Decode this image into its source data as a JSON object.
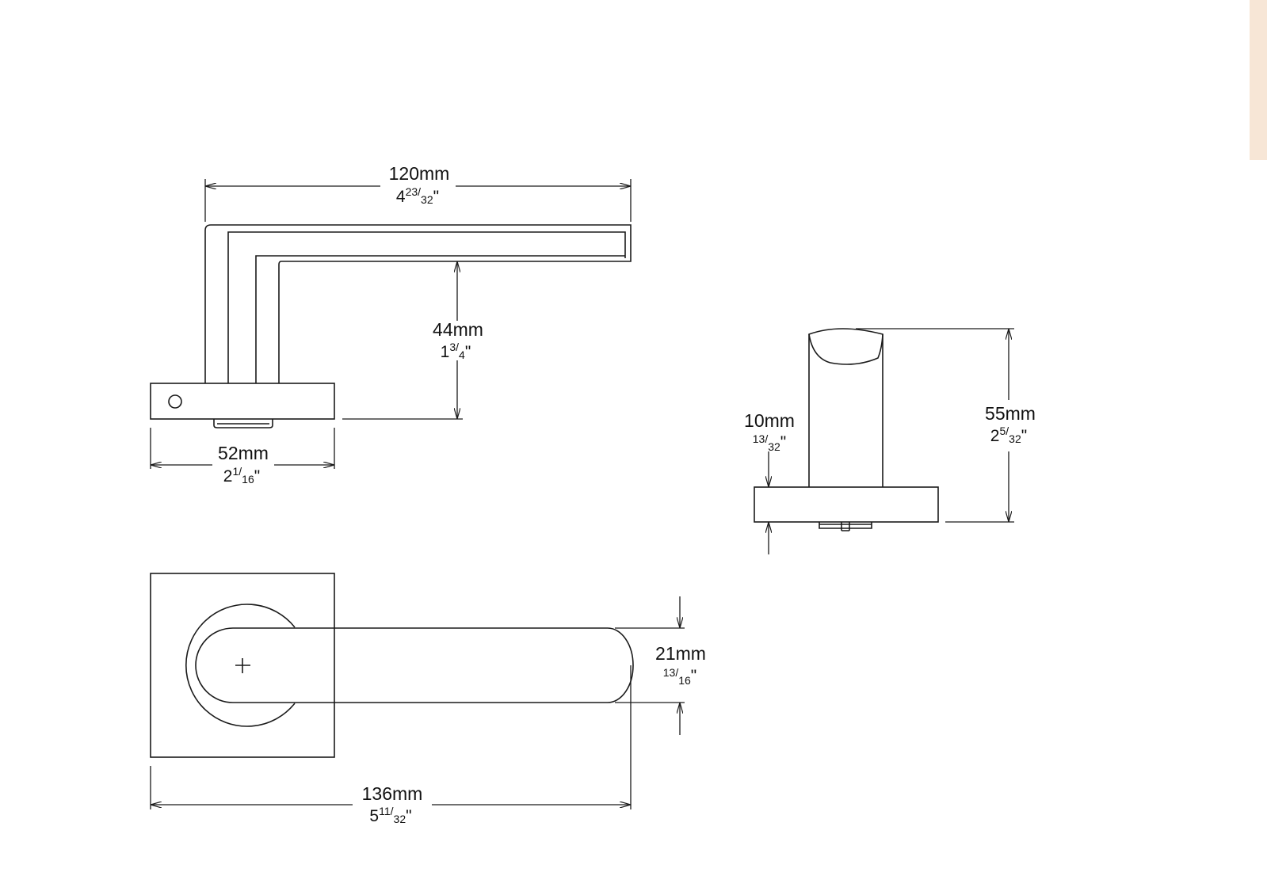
{
  "accent_tab_color": "#f7e6d6",
  "dims": {
    "length_top": {
      "mm": "120mm",
      "whole": "4",
      "num": "23",
      "den": "32",
      "unit": "\""
    },
    "height": {
      "mm": "44mm",
      "whole": "1",
      "num": "3",
      "den": "4",
      "unit": "\""
    },
    "rose_width": {
      "mm": "52mm",
      "whole": "2",
      "num": "1",
      "den": "16",
      "unit": "\""
    },
    "projection": {
      "mm": "55mm",
      "whole": "2",
      "num": "5",
      "den": "32",
      "unit": "\""
    },
    "rose_depth": {
      "mm": "10mm",
      "whole": "",
      "num": "13",
      "den": "32",
      "unit": "\""
    },
    "grip_width": {
      "mm": "21mm",
      "whole": "",
      "num": "13",
      "den": "16",
      "unit": "\""
    },
    "length_bottom": {
      "mm": "136mm",
      "whole": "5",
      "num": "11",
      "den": "32",
      "unit": "\""
    }
  }
}
